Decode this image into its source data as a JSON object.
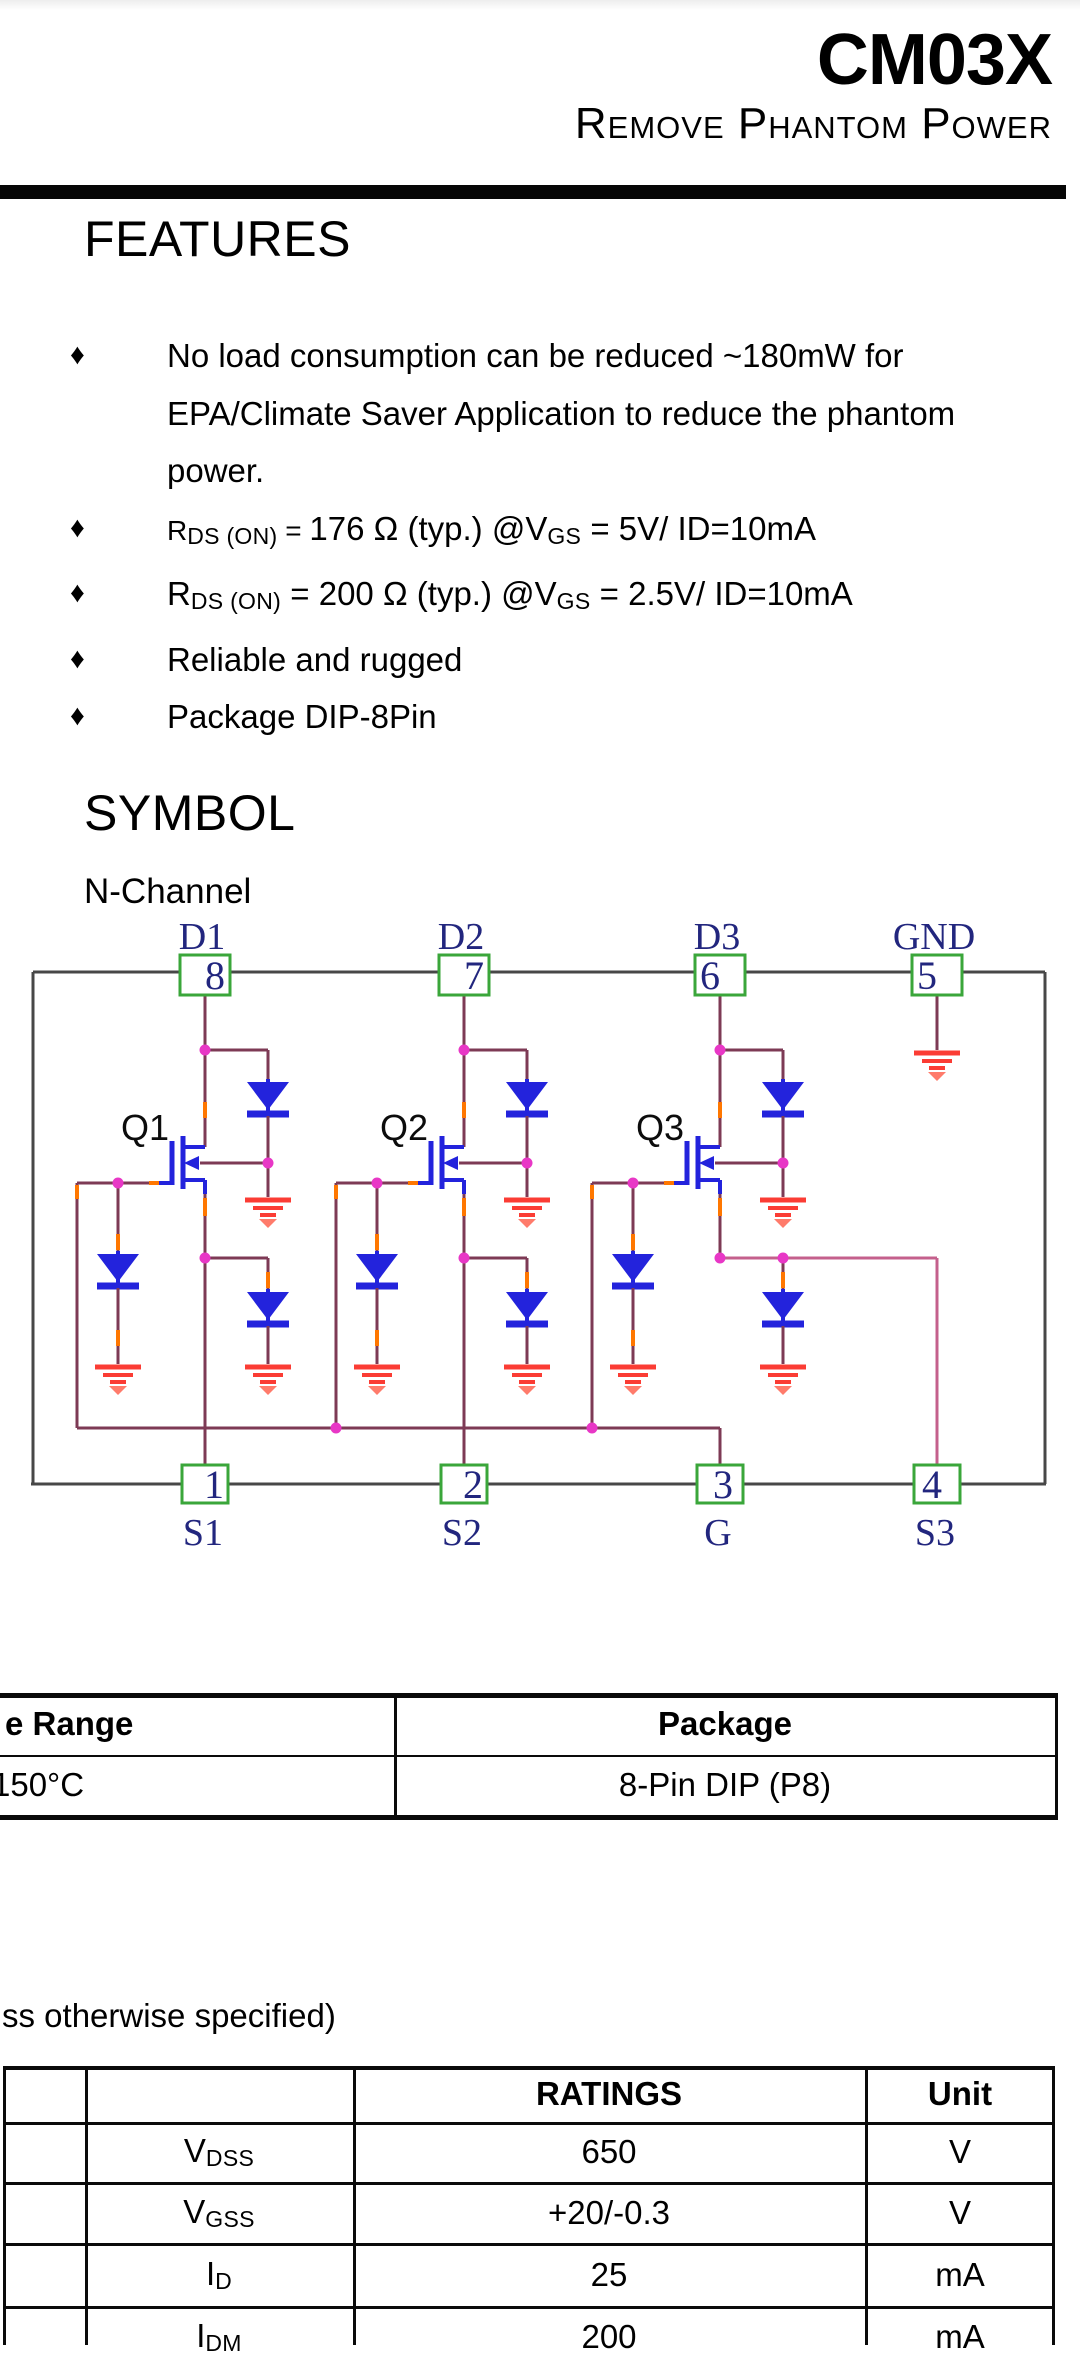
{
  "header": {
    "title": "CM03X",
    "subtitle": "Remove Phantom Power"
  },
  "features": {
    "heading": "FEATURES",
    "bullet_icon": "diamond",
    "bullets": [
      {
        "lines": [
          "No load consumption can be reduced ~180mW for",
          "EPA/Climate Saver Application to reduce the phantom",
          "power."
        ]
      },
      {
        "segments": [
          [
            "m",
            "R"
          ],
          [
            "s",
            "DS (ON)"
          ],
          [
            "m",
            " = "
          ],
          [
            "t",
            "176 Ω (typ.) @V"
          ],
          [
            "s",
            "GS"
          ],
          [
            "t",
            " = 5V/ ID=10mA"
          ]
        ]
      },
      {
        "segments": [
          [
            "t",
            "R"
          ],
          [
            "s",
            "DS (ON)"
          ],
          [
            "t",
            " = 200 Ω (typ.) @V"
          ],
          [
            "s",
            "GS"
          ],
          [
            "t",
            " = 2.5V/ ID=10mA"
          ]
        ]
      },
      {
        "lines": [
          "Reliable and rugged"
        ]
      },
      {
        "lines": [
          "Package DIP-8Pin"
        ]
      }
    ]
  },
  "symbol": {
    "heading": "SYMBOL",
    "channel_label": "N-Channel",
    "top_pins": [
      {
        "label": "D1",
        "number": "8"
      },
      {
        "label": "D2",
        "number": "7"
      },
      {
        "label": "D3",
        "number": "6"
      },
      {
        "label": "GND",
        "number": "5"
      }
    ],
    "bottom_pins": [
      {
        "label": "S1",
        "number": "1"
      },
      {
        "label": "S2",
        "number": "2"
      },
      {
        "label": "G",
        "number": "3"
      },
      {
        "label": "S3",
        "number": "4"
      }
    ],
    "transistors": [
      "Q1",
      "Q2",
      "Q3"
    ],
    "colors": {
      "wire": "#7d3a55",
      "wire_pink": "#c4608c",
      "device_blue": "#2323dc",
      "ground_red": "#fb3c34",
      "ground_red_light": "#ff7b6b",
      "pin_box_green": "#3aa63a",
      "label_navy": "#22267e",
      "junction_magenta": "#e837c6",
      "tick_orange": "#ff7700",
      "border_gray": "#474747"
    }
  },
  "table1": {
    "headers": [
      "e Range",
      "Package"
    ],
    "rows": [
      [
        "150°C",
        "8-Pin DIP (P8)"
      ]
    ]
  },
  "note": "ss otherwise specified)",
  "table2": {
    "headers": [
      "RATINGS",
      "Unit"
    ],
    "rows": [
      {
        "symbol": [
          [
            "t",
            "V"
          ],
          [
            "s",
            "DSS"
          ]
        ],
        "rating": "650",
        "unit": "V"
      },
      {
        "symbol": [
          [
            "t",
            "V"
          ],
          [
            "s",
            "GSS"
          ]
        ],
        "rating": "+20/-0.3",
        "unit": "V"
      },
      {
        "symbol": [
          [
            "t",
            "I"
          ],
          [
            "s",
            "D"
          ]
        ],
        "rating": "25",
        "unit": "mA"
      },
      {
        "symbol": [
          [
            "t",
            "I"
          ],
          [
            "s",
            "DM"
          ]
        ],
        "rating": "200",
        "unit": "mA"
      }
    ]
  }
}
